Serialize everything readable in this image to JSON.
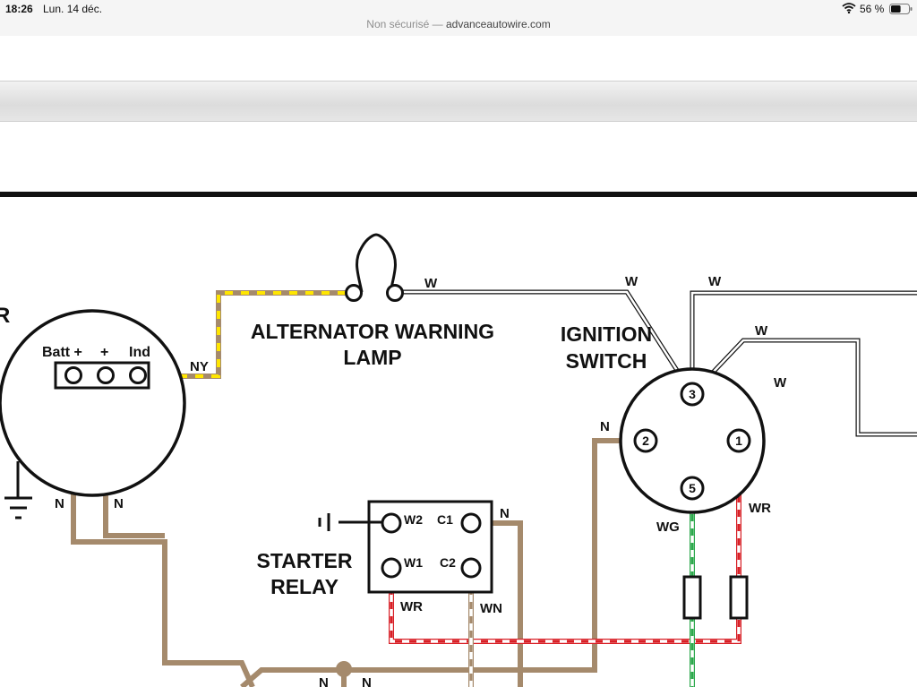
{
  "statusbar": {
    "time": "18:26",
    "date": "Lun. 14 déc.",
    "url_prefix": "Non sécurisé — ",
    "url_host": "advanceautowire.com",
    "battery_pct": "56 %",
    "battery_level": 0.56
  },
  "colors": {
    "wire_brown": "#a58a6c",
    "wire_yellow": "#ffe600",
    "wire_red": "#d81f26",
    "wire_green": "#2aa84a",
    "outline": "#111111"
  },
  "diagram": {
    "alternator": {
      "label_fragment": "R",
      "terminals": [
        "Batt +",
        "+",
        "Ind"
      ],
      "wire_ny": "NY",
      "wire_n_left": "N",
      "wire_n_right": "N"
    },
    "lamp": {
      "title_line1": "ALTERNATOR WARNING",
      "title_line2": "LAMP",
      "wire_w": "W"
    },
    "ignition": {
      "title_line1": "IGNITION",
      "title_line2": "SWITCH",
      "terminals": [
        "3",
        "2",
        "1",
        "5"
      ],
      "wire_w_a": "W",
      "wire_w_b": "W",
      "wire_w_c": "W",
      "wire_w_d": "W",
      "wire_n": "N",
      "wire_wg": "WG",
      "wire_wr": "WR"
    },
    "relay": {
      "title_line1": "STARTER",
      "title_line2": "RELAY",
      "t_w2": "W2",
      "t_c1": "C1",
      "t_w1": "W1",
      "t_c2": "C2",
      "wire_n": "N",
      "wire_wr": "WR",
      "wire_wn": "WN"
    },
    "bottom": {
      "wire_n_1": "N",
      "wire_n_2": "N"
    }
  }
}
